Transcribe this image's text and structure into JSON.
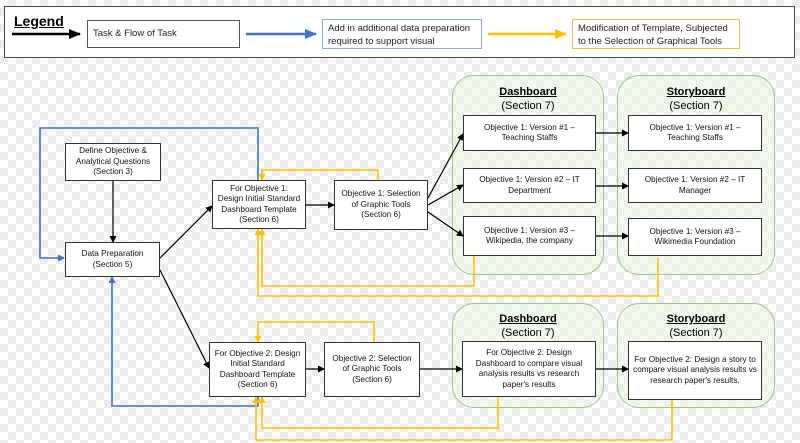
{
  "legend": {
    "title": "Legend",
    "items": [
      {
        "label": "Task & Flow of Task",
        "color": "#000000"
      },
      {
        "label": "Add in additional data preparation required to support visual",
        "color": "#4472c4"
      },
      {
        "label": "Modification of Template, Subjected to the Selection of Graphical Tools",
        "color": "#ffc000"
      }
    ]
  },
  "nodes": {
    "define_objective": "Define Objective & Analytical Questions (Section 3)",
    "data_preparation": "Data Preparation (Section 5)",
    "obj1_template": "For Objective 1: Design Initial Standard Dashboard Template (Section 6)",
    "obj1_graphic_tools": "Objective 1: Selection of Graphic Tools (Section 6)",
    "obj2_template": "For Objective 2: Design Initial Standard Dashboard Template (Section 6)",
    "obj2_graphic_tools": "Objective 2: Selection of Graphic Tools (Section 6)",
    "dash1_v1": "Objective 1: Version #1 – Teaching Staffs",
    "dash1_v2": "Objective 1: Version #2 – IT Department",
    "dash1_v3": "Objective 1: Version #3 – Wikipedia, the company",
    "story1_v1": "Objective 1: Version #1 – Teaching Staffs",
    "story1_v2": "Objective 1: Version #2 – IT Manager",
    "story1_v3": "Objective 1: Version #3 – Wikimedia Foundation",
    "dash2": "For Objective 2: Design Dashboard to compare visual analysis results vs research paper's results",
    "story2": "For Objective 2: Design a story to compare visual analysis results vs research paper's results."
  },
  "groups": {
    "dashboard1": {
      "title": "Dashboard",
      "section": "(Section 7)"
    },
    "storyboard1": {
      "title": "Storyboard",
      "section": "(Section 7)"
    },
    "dashboard2": {
      "title": "Dashboard",
      "section": "(Section 7)"
    },
    "storyboard2": {
      "title": "Storyboard",
      "section": "(Section 7)"
    }
  },
  "colors": {
    "task_flow": "#000000",
    "data_prep": "#4472c4",
    "template_mod": "#ffc000",
    "group_border": "#9bc77f"
  }
}
